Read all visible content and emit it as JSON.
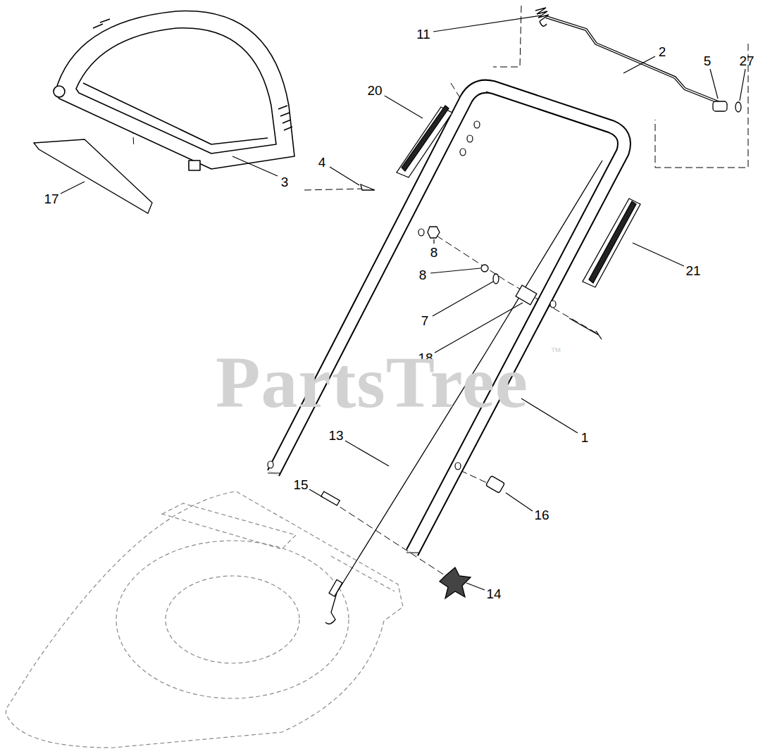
{
  "diagram": {
    "labels": [
      "11",
      "2",
      "5",
      "27",
      "20",
      "3",
      "4",
      "17",
      "8",
      "21",
      "8",
      "7",
      "18",
      "1",
      "13",
      "15",
      "16",
      "14",
      "PartsTree",
      "™"
    ]
  }
}
